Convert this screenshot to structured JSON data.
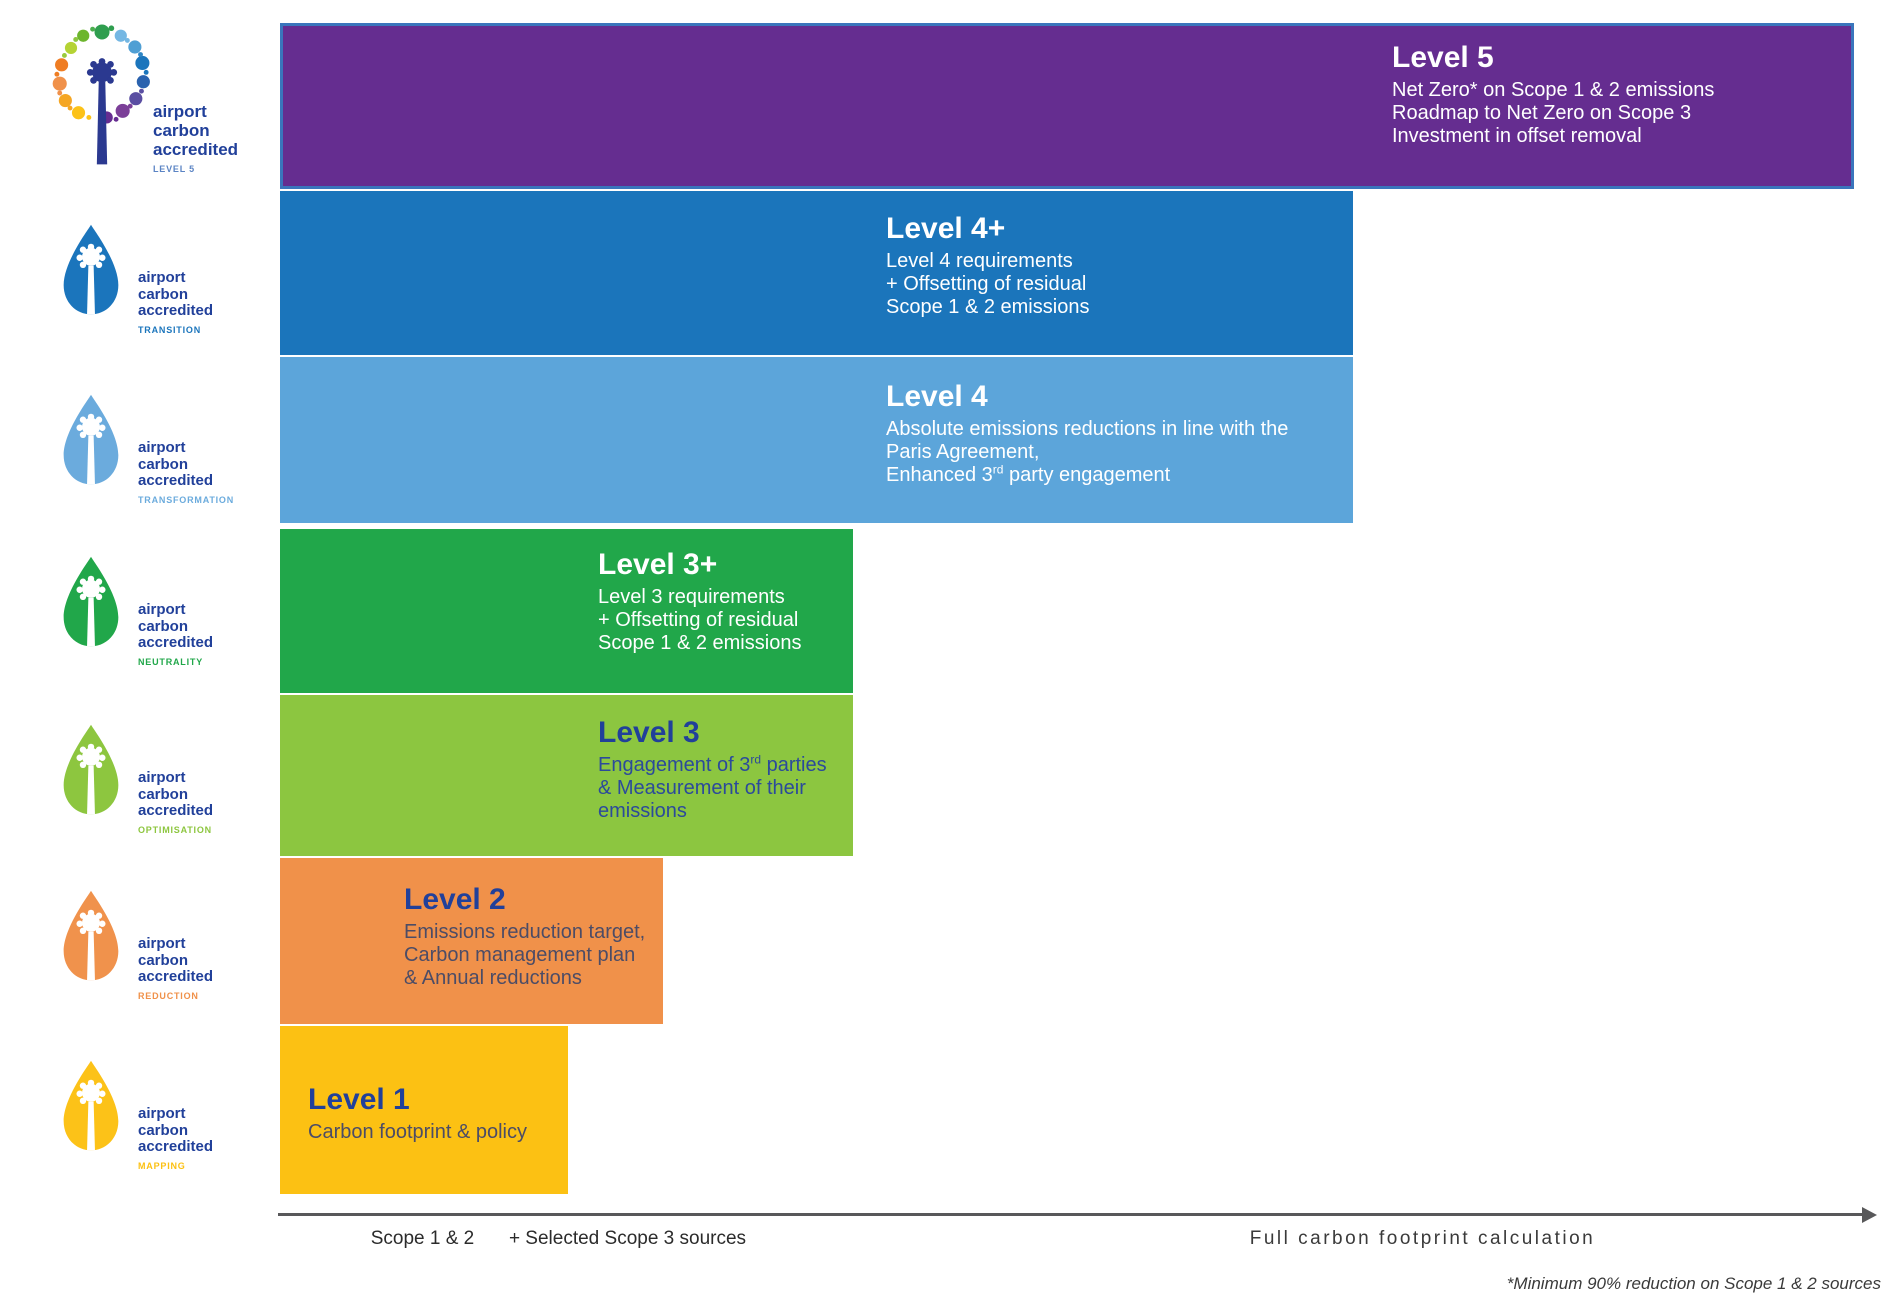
{
  "brand": {
    "line1": "airport",
    "line2": "carbon",
    "line3": "accredited"
  },
  "logos": [
    {
      "name": "level-5",
      "caption": "LEVEL 5",
      "color": "#5b84c4"
    },
    {
      "name": "transition",
      "caption": "TRANSITION",
      "color": "#1b75bc"
    },
    {
      "name": "transformation",
      "caption": "TRANSFORMATION",
      "color": "#6babdd"
    },
    {
      "name": "neutrality",
      "caption": "NEUTRALITY",
      "color": "#21a74a"
    },
    {
      "name": "optimisation",
      "caption": "OPTIMISATION",
      "color": "#8dc63f"
    },
    {
      "name": "reduction",
      "caption": "REDUCTION",
      "color": "#f0914a"
    },
    {
      "name": "mapping",
      "caption": "MAPPING",
      "color": "#fcc113"
    }
  ],
  "levels": [
    {
      "title": "Level 5",
      "color": "#652d90",
      "lines": [
        "Net Zero* on Scope 1 & 2 emissions",
        "Roadmap to Net Zero on Scope 3",
        "Investment in offset removal"
      ]
    },
    {
      "title": "Level 4+",
      "color": "#1b75bb",
      "lines": [
        "Level 4 requirements",
        "+ Offsetting of residual",
        "Scope 1 & 2 emissions"
      ]
    },
    {
      "title": "Level 4",
      "color": "#5ca5da",
      "lines": [
        "Absolute emissions reductions in line with the",
        "Paris Agreement,"
      ],
      "sup_line": {
        "pre": "Enhanced 3",
        "sup": "rd",
        "post": " party engagement"
      }
    },
    {
      "title": "Level 3+",
      "color": "#21a74a",
      "lines": [
        "Level 3 requirements",
        "+ Offsetting of residual",
        "Scope 1 & 2 emissions"
      ]
    },
    {
      "title": "Level 3",
      "color": "#8cc640",
      "sup_line": {
        "pre": "Engagement of 3",
        "sup": "rd",
        "post": " parties"
      },
      "lines": [
        "& Measurement of their",
        "emissions"
      ]
    },
    {
      "title": "Level 2",
      "color": "#f0914a",
      "lines": [
        "Emissions reduction target,",
        "Carbon management plan",
        "& Annual reductions"
      ]
    },
    {
      "title": "Level 1",
      "color": "#fcc113",
      "lines": [
        "Carbon footprint & policy"
      ]
    }
  ],
  "axis": {
    "label_scope12": "Scope 1 & 2",
    "label_scope3": "+ Selected Scope 3 sources",
    "label_full": "Full carbon footprint calculation"
  },
  "footnote": "*Minimum 90% reduction on Scope 1 & 2 sources"
}
